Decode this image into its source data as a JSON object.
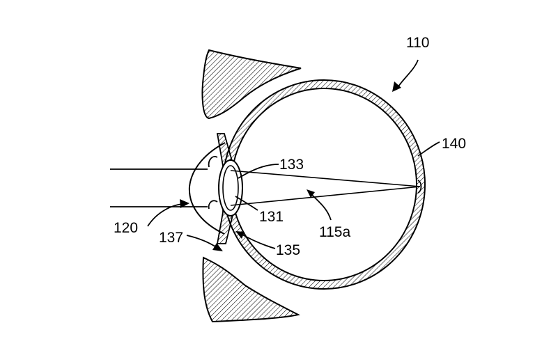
{
  "labels": {
    "eye": "110",
    "retina": "140",
    "lens_top": "133",
    "lens": "131",
    "cornea": "120",
    "iris": "137",
    "ciliary": "135",
    "ray": "115a"
  },
  "colors": {
    "ink": "#000000",
    "background": "#ffffff"
  }
}
